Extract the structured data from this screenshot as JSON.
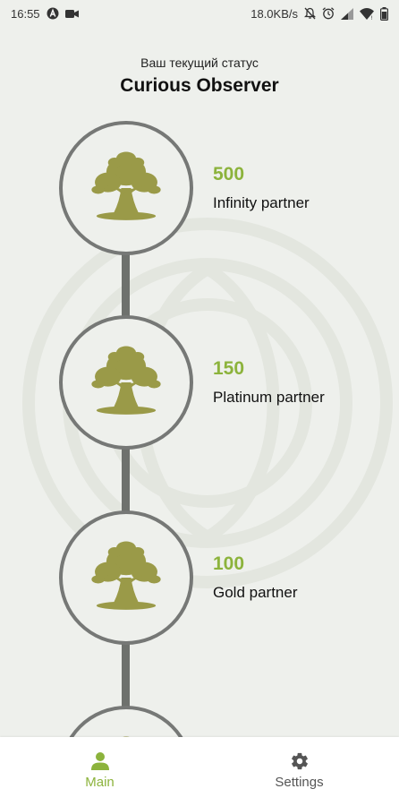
{
  "status_bar": {
    "time": "16:55",
    "network_speed": "18.0KB/s",
    "icons": [
      "app-a-icon",
      "video-camera-icon",
      "bell-off-icon",
      "alarm-icon",
      "signal-icon",
      "wifi-icon",
      "battery-icon"
    ]
  },
  "header": {
    "subtitle": "Ваш текущий статус",
    "title": "Curious Observer"
  },
  "levels": [
    {
      "points": "500",
      "name": "Infinity partner",
      "icon": "tree-icon"
    },
    {
      "points": "150",
      "name": "Platinum partner",
      "icon": "tree-icon"
    },
    {
      "points": "100",
      "name": "Gold partner",
      "icon": "tree-icon"
    }
  ],
  "bottom_nav": {
    "main_label": "Main",
    "settings_label": "Settings"
  },
  "colors": {
    "background": "#eef0ec",
    "accent_green": "#8cb33c",
    "tree_olive": "#9a9a48",
    "circle_border": "#767876",
    "track_gray": "#6e716d",
    "nav_inactive": "#555555"
  }
}
